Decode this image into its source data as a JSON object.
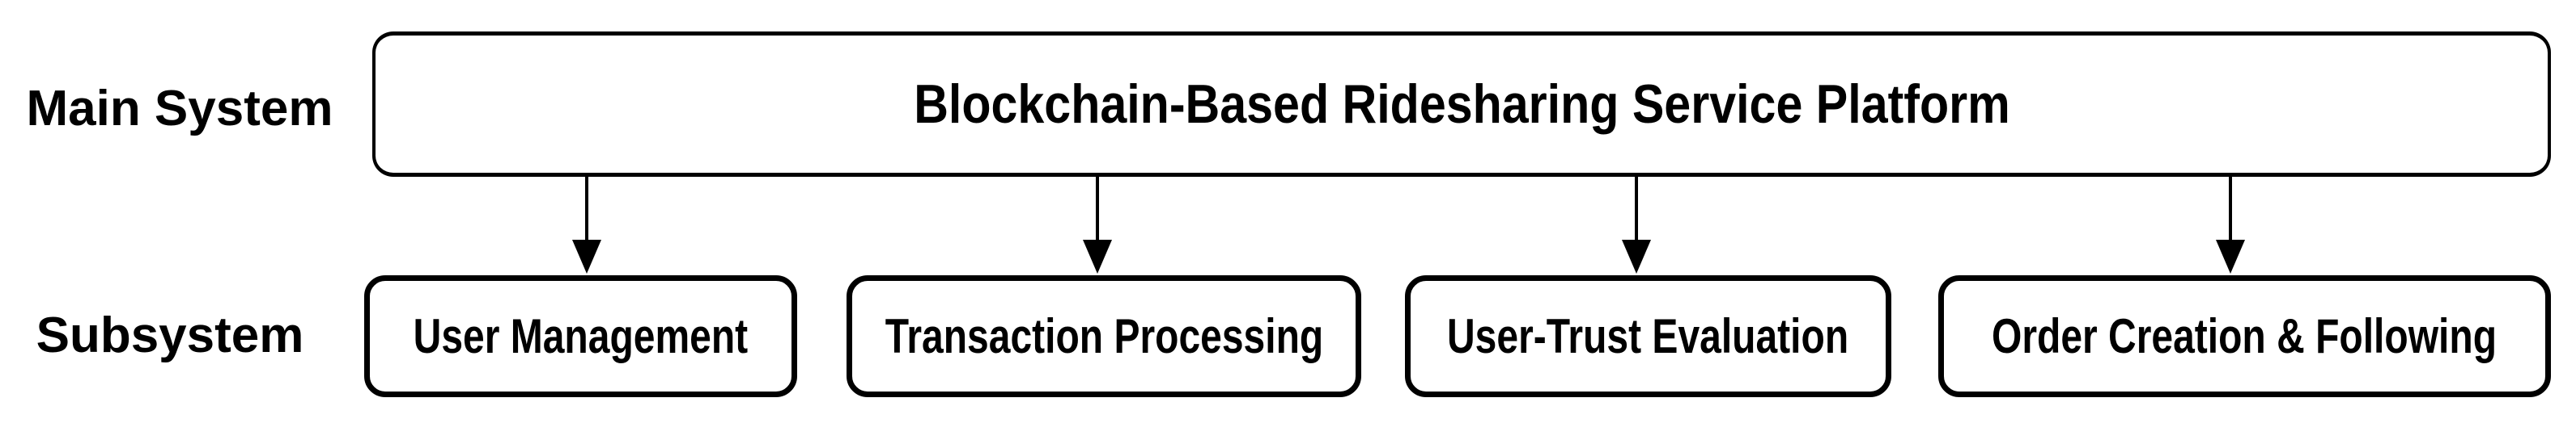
{
  "diagram": {
    "row_labels": {
      "main": "Main System",
      "sub": "Subsystem"
    },
    "main_system": {
      "title": "Blockchain-Based Ridesharing Service Platform"
    },
    "subsystems": [
      {
        "label": "User Management"
      },
      {
        "label": "Transaction Processing"
      },
      {
        "label": "User-Trust Evaluation"
      },
      {
        "label": "Order Creation & Following"
      }
    ],
    "connectors": {
      "count": 4,
      "direction": "down"
    },
    "colors": {
      "stroke": "#000000",
      "text": "#000000",
      "background": "#ffffff"
    }
  }
}
